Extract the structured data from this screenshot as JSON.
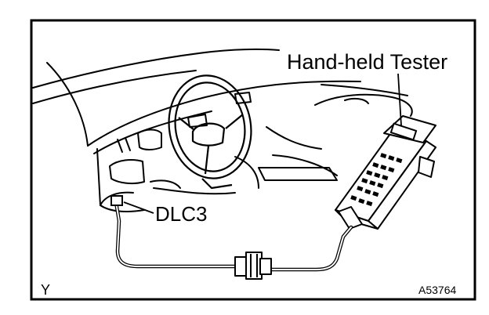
{
  "labels": {
    "tester": "Hand-held Tester",
    "connector": "DLC3",
    "corner_mark": "Y",
    "figure_number": "A53764"
  },
  "colors": {
    "ink": "#000000",
    "paper": "#ffffff"
  }
}
